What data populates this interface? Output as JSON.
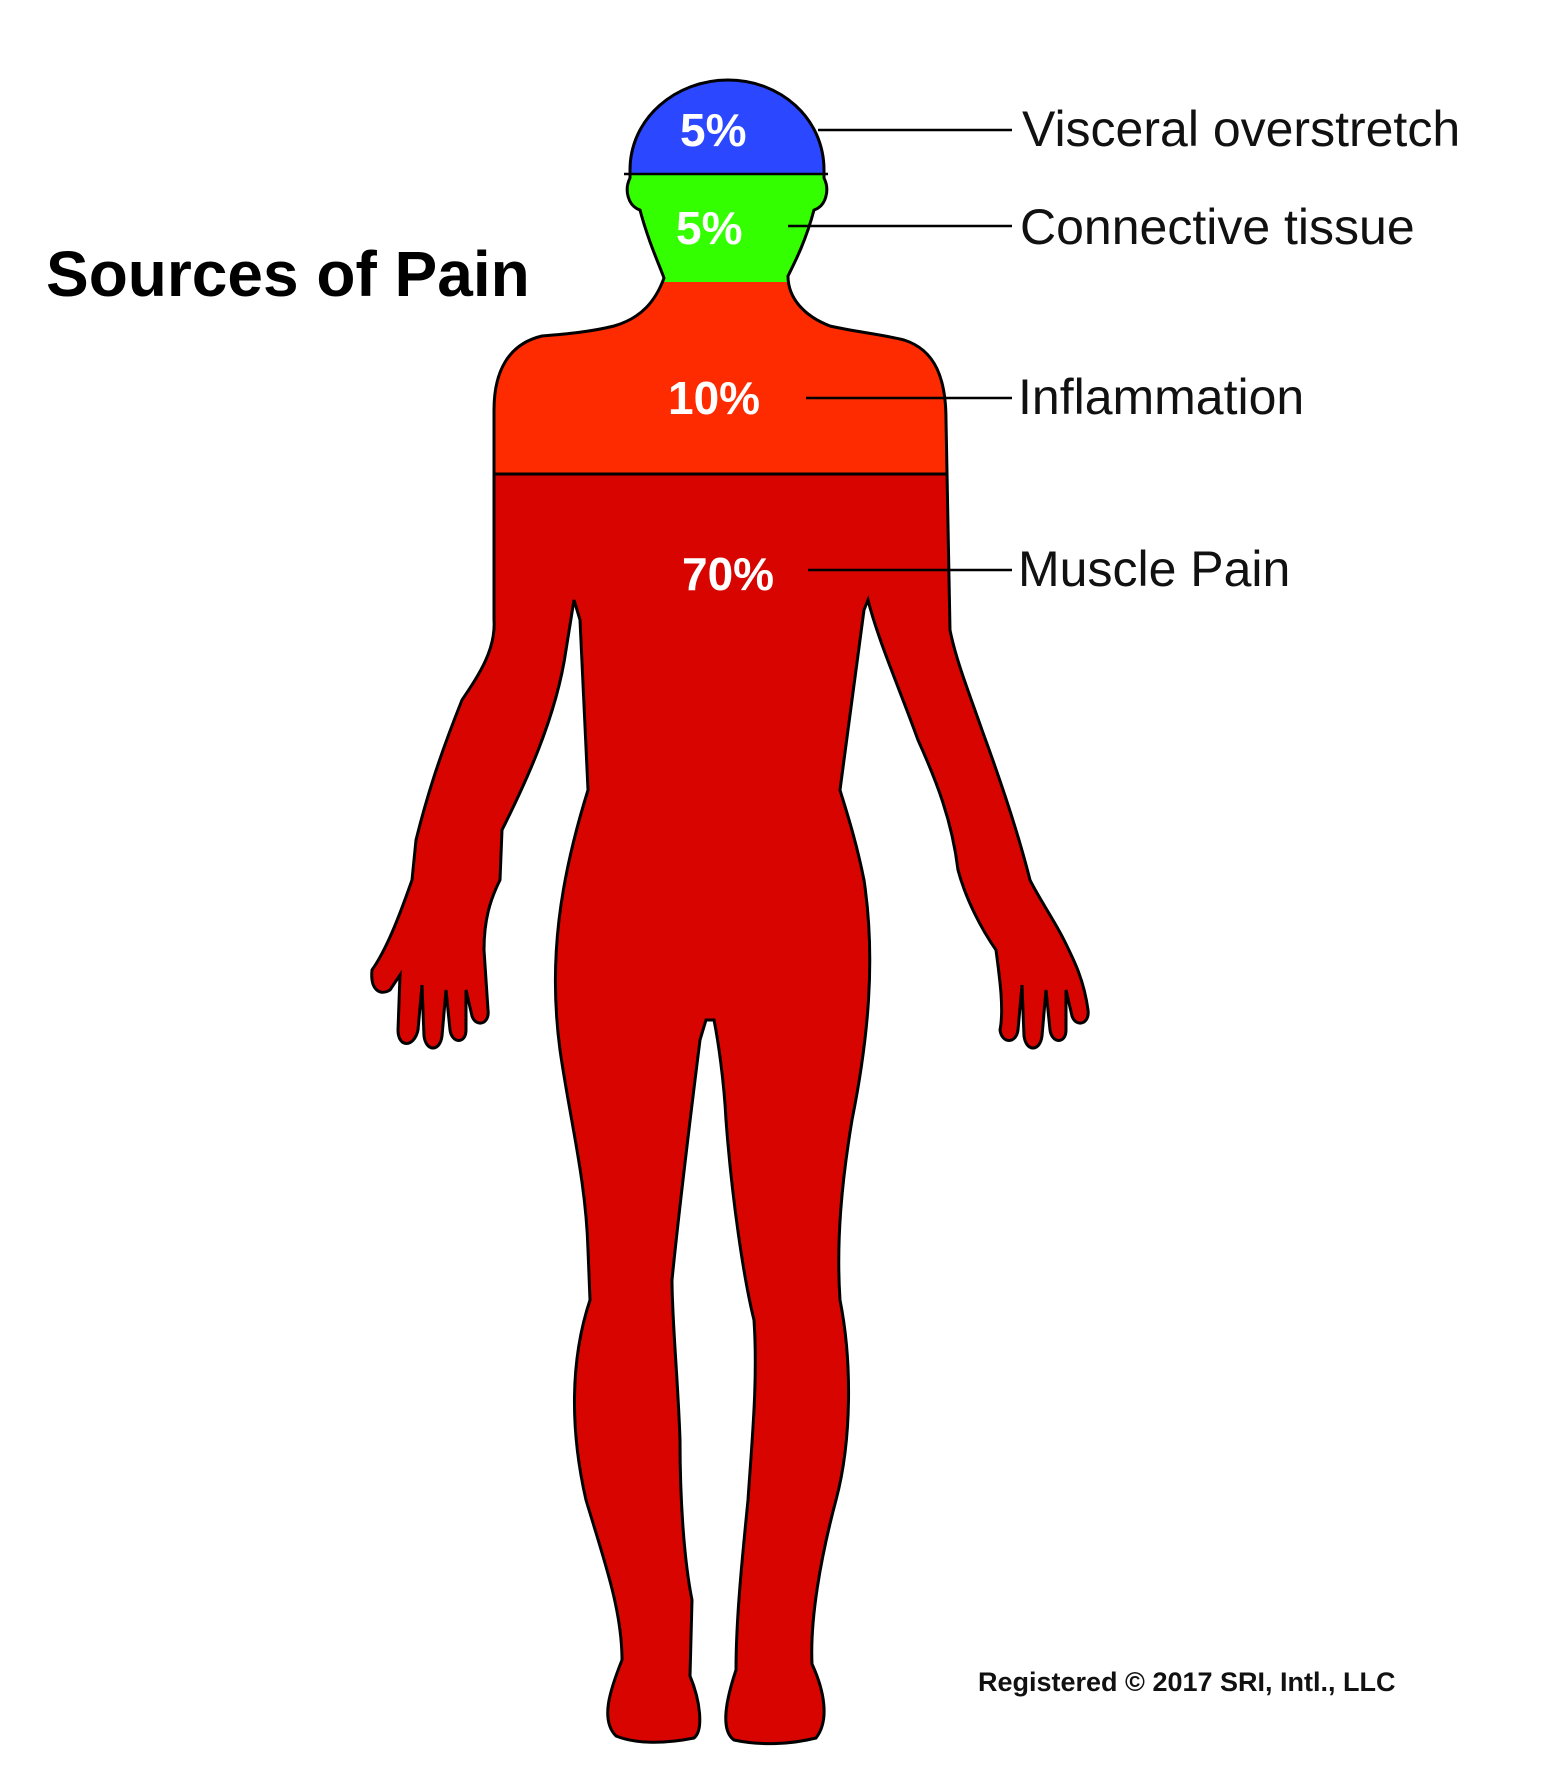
{
  "title": "Sources of Pain",
  "copyright": "Registered © 2017 SRI, Intl., LLC",
  "chart_data": {
    "type": "diagram",
    "title": "Sources of Pain",
    "regions": [
      {
        "id": "head",
        "label": "Visceral overstretch",
        "percent": "5%",
        "value": 5,
        "color": "#2b47ff"
      },
      {
        "id": "neck",
        "label": "Connective tissue",
        "percent": "5%",
        "value": 5,
        "color": "#33ff00"
      },
      {
        "id": "shoulders",
        "label": "Inflammation",
        "percent": "10%",
        "value": 10,
        "color": "#ff2b00"
      },
      {
        "id": "body",
        "label": "Muscle Pain",
        "percent": "70%",
        "value": 70,
        "color": "#d70400"
      }
    ]
  }
}
